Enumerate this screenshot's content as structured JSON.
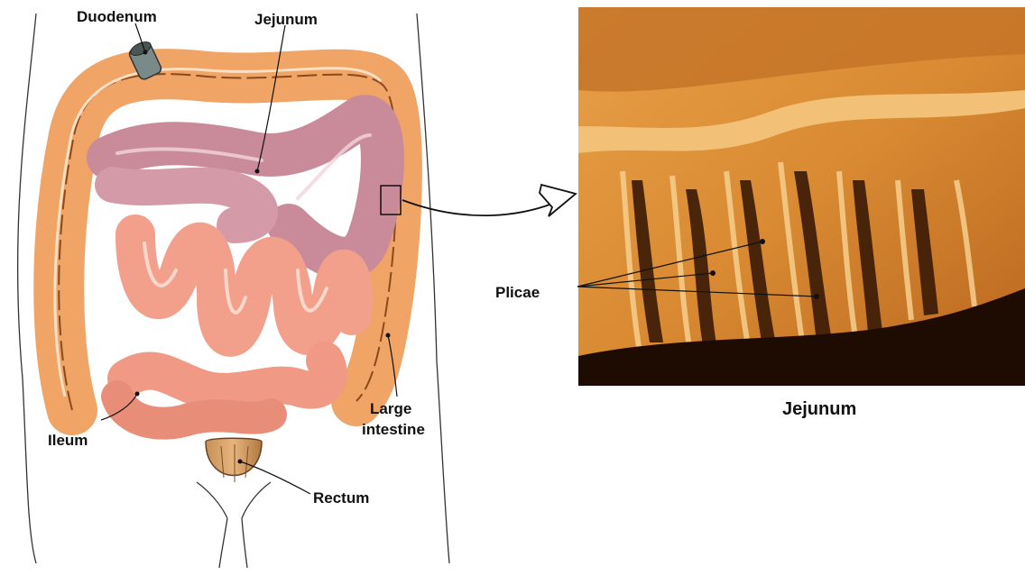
{
  "labels": {
    "duodenum": "Duodenum",
    "jejunum": "Jejunum",
    "ileum": "Ileum",
    "large_intestine_1": "Large",
    "large_intestine_2": "intestine",
    "rectum": "Rectum",
    "plicae": "Plicae",
    "photo_caption": "Jejunum"
  },
  "colors": {
    "large_intestine": "#f0a466",
    "large_intestine_edge": "#8a4a1c",
    "jejunum": "#c98a9a",
    "ileum": "#f2a08c",
    "photo_background": "#d98a32",
    "photo_shadow": "#3a1a06"
  }
}
